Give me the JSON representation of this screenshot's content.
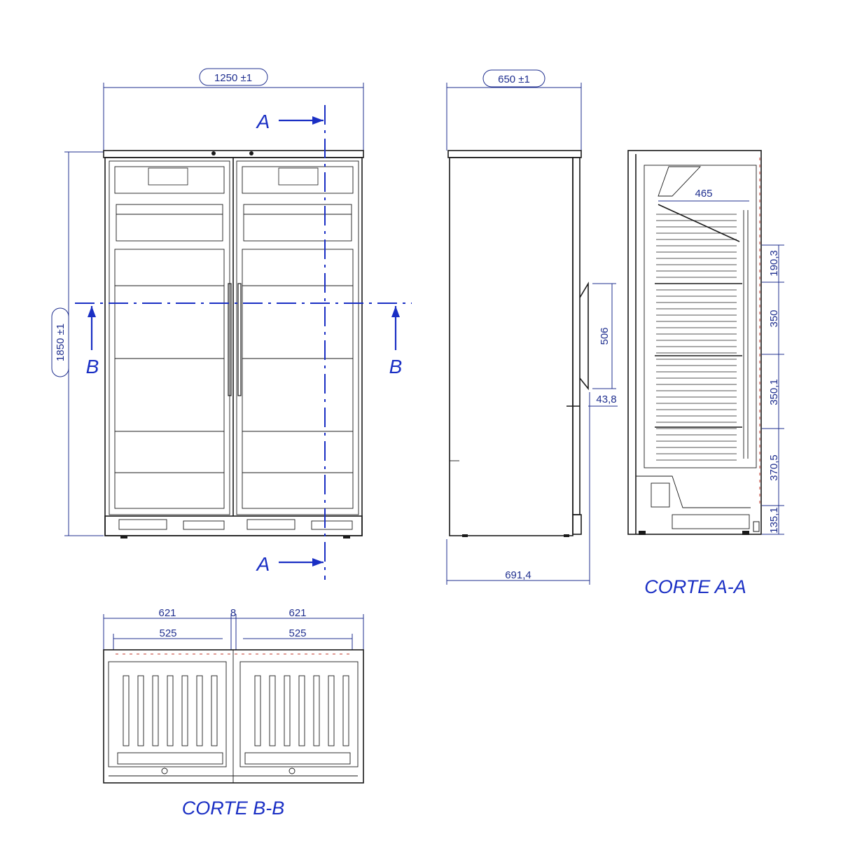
{
  "dimensions": {
    "front_width": "1250 ±1",
    "side_depth": "650 ±1",
    "height": "1850 ±1",
    "handle_length": "506",
    "handle_offset": "43,8",
    "overall_depth": "691,4",
    "shelf_depth": "465",
    "spacings": [
      "190,3",
      "350",
      "350,1",
      "370,5",
      "135,1"
    ],
    "plan_outer_left": "621",
    "plan_gap": "8",
    "plan_outer_right": "621",
    "plan_inner_left": "525",
    "plan_inner_right": "525"
  },
  "section_markers": {
    "a_top": "A",
    "a_bottom": "A",
    "b_left": "B",
    "b_right": "B"
  },
  "section_titles": {
    "aa": "CORTE A-A",
    "bb": "CORTE B-B"
  },
  "colors": {
    "line": "#1a1a1a",
    "dimension": "#1f2f8f",
    "section": "#1a2fc4",
    "hatch": "#c0392b"
  }
}
